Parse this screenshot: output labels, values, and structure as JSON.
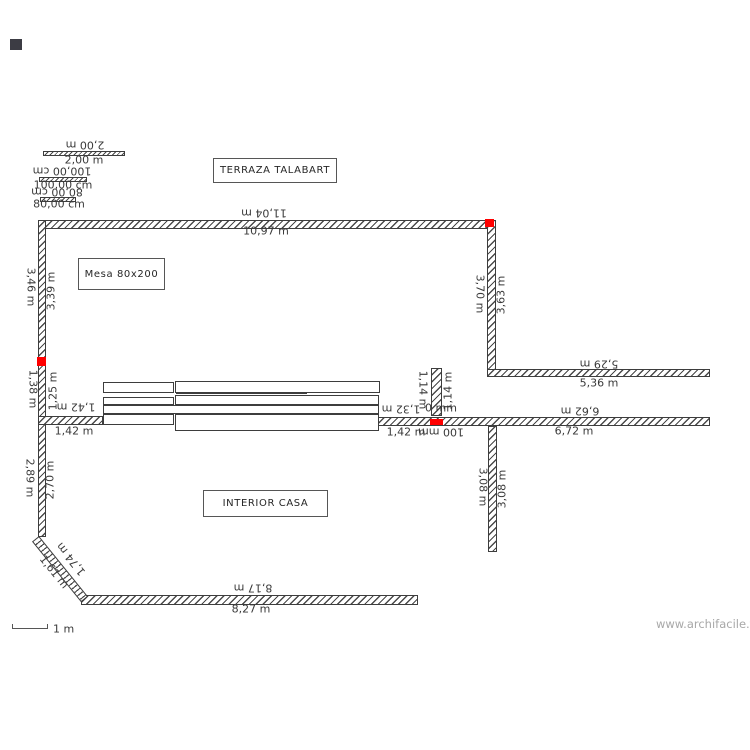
{
  "colors": {
    "line": "#3d3d3d",
    "red": "#ff0000",
    "box_border": "#565656",
    "watermark": "#a8a8a8"
  },
  "boxes": {
    "terraza": "TERRAZA TALABART",
    "mesa": "Mesa 80x200",
    "interior": "INTERIOR CASA"
  },
  "scale_bars": {
    "b1_top": "2,00 m",
    "b1_bottom": "2,00 m",
    "b2_top": "100,00 cm",
    "b2_bottom": "100,00 cm",
    "b3_top": "80,00 cm",
    "b3_bottom": "80,00 cm"
  },
  "dims": {
    "top_outer": "11,04 m",
    "top_inner": "10,97 m",
    "left_upper_outer": "3,46 m",
    "left_upper_inner": "3,39 m",
    "right_upper_outer": "3,70 m",
    "right_upper_inner": "3,63 m",
    "terrace_right_outer": "5,29 m",
    "terrace_right_inner": "5,36 m",
    "left_mid_outer": "1,38 m",
    "left_mid_inner": "1,25 m",
    "interior_wall_outer": "1,42 m",
    "interior_wall_inner": "1,42 m",
    "pillar_left": "1,14 m",
    "pillar_right": "1,14 m",
    "gap_outer": "1,32 m",
    "gap_inner": "1,42 m",
    "stub_outer": "0 mm",
    "stub_inner": "100 mm",
    "main_right_outer": "6,62 m",
    "main_right_inner": "6,72 m",
    "down_wall_outer": "3,08 m",
    "down_wall_inner": "3,08 m",
    "left_lower_outer": "2,89 m",
    "left_lower_inner": "2,70 m",
    "diagonal_outer": "1,74 m",
    "diagonal_inner": "1,61 m",
    "bottom_outer": "8,17 m",
    "bottom_inner": "8,27 m"
  },
  "legend": {
    "scale_label": "1 m"
  },
  "watermark": "www.archifacile.fr"
}
